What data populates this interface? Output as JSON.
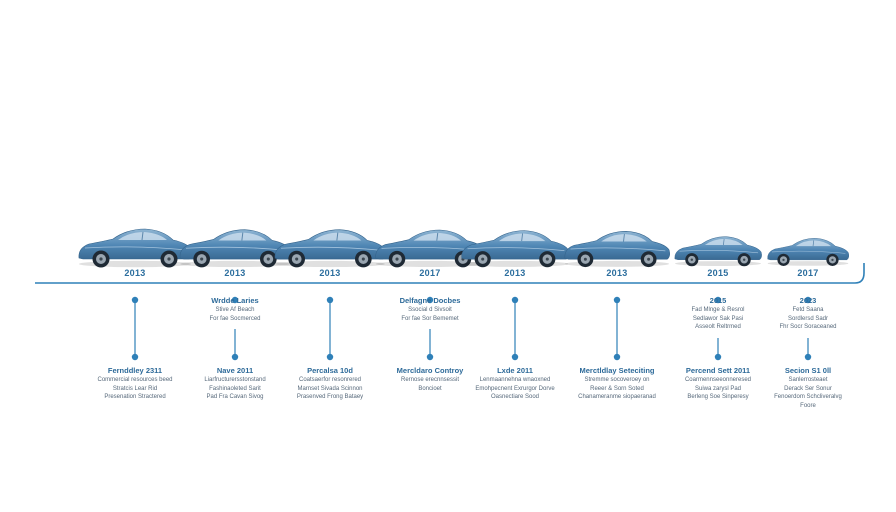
{
  "colors": {
    "timeline": "#2f80b8",
    "car_body": "#4f86b4",
    "car_body_light": "#8fb5d3",
    "car_window": "#c9dcec",
    "wheel": "#1f2a35",
    "text_accent": "#2d6a99"
  },
  "milestones": [
    {
      "year": "2013",
      "top_title": "",
      "top_lines": [],
      "bottom_title": "Fernddley 2311",
      "bottom_lines": [
        "Commercial resources beed",
        "Stratcis Lear Rid",
        "Presenation Stractered"
      ],
      "car_icon": "sedan-car-icon"
    },
    {
      "year": "2013",
      "top_title": "Wrdde Laries",
      "top_lines": [
        "Stive Af Beach",
        "For fae Socmerced"
      ],
      "bottom_title": "Nave 2011",
      "bottom_lines": [
        "Liarfructurersstonstand",
        "Fashinaoleted Sarit",
        "Pad Fra Cavan Sivog"
      ],
      "car_icon": "sports-car-icon"
    },
    {
      "year": "2013",
      "top_title": "",
      "top_lines": [],
      "bottom_title": "Percalsa 10d",
      "bottom_lines": [
        "Coatsaerfor resonrered",
        "Marnset Sivada Scinnon",
        "Prasenved Frong Bataey"
      ],
      "car_icon": "coupe-car-icon"
    },
    {
      "year": "2017",
      "top_title": "Delfagne Docbes",
      "top_lines": [
        "Ssocial d Sivsoit",
        "For fae Sor Bememet"
      ],
      "bottom_title": "Mercldaro Controy",
      "bottom_lines": [
        "Rernose erecnnsessit",
        "Boncioet"
      ],
      "car_icon": "sports-car-icon"
    },
    {
      "year": "2013",
      "top_title": "",
      "top_lines": [],
      "bottom_title": "Lxde 2011",
      "bottom_lines": [
        "Lenmaannehna wnaoxned",
        "Emohpecnent Exrurgor Dorve",
        "Oasnectiare Sood"
      ],
      "car_icon": "sedan-car-icon"
    },
    {
      "year": "2013",
      "top_title": "",
      "top_lines": [],
      "bottom_title": "Merctldlay Seteciting",
      "bottom_lines": [
        "Stremme socoveroey on",
        "Reeer & Sorn Soted",
        "Chanameranme siopaeranad"
      ],
      "car_icon": "sedan-car-icon"
    },
    {
      "year": "2015",
      "top_title": "2015",
      "top_lines": [
        "Fad Mlnge & Resrol",
        "Sedlawor Sak Pasi",
        "Asseolt Reltrmed"
      ],
      "bottom_title": "Percend Sett 2011",
      "bottom_lines": [
        "Coarmennseeonneresed",
        "Suiwa zarysl Pad",
        "Berleng Soe Sinperesy"
      ],
      "car_icon": "coupe-car-icon"
    },
    {
      "year": "2017",
      "top_title": "2023",
      "top_lines": [
        "Fetd Saana",
        "Sordlersd Sadr",
        "Fhr Socr Soraceaned"
      ],
      "bottom_title": "Secion S1 0ll",
      "bottom_lines": [
        "Sanlerrosteaet",
        "Derack Ser Sonur",
        "Fenoerdom Schcliveralvg",
        "Foore"
      ],
      "car_icon": "coupe-car-icon"
    }
  ]
}
